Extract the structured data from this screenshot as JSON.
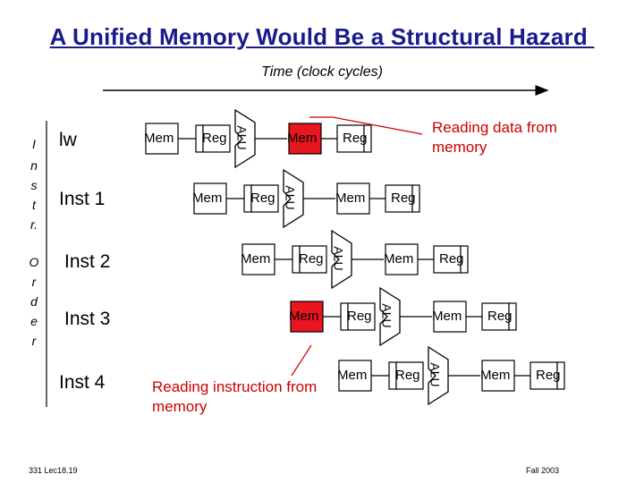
{
  "title": "A Unified Memory Would Be a Structural Hazard ",
  "time_axis_label": "Time (clock cycles)",
  "side_label_letters": [
    "I",
    "n",
    "s",
    "t",
    "r.",
    "O",
    "r",
    "d",
    "e",
    "r"
  ],
  "instructions": [
    "lw",
    "Inst 1",
    "Inst 2",
    "Inst 3",
    "Inst 4"
  ],
  "stages": {
    "mem": "Mem",
    "reg": "Reg",
    "alu": "ALU"
  },
  "annotations": {
    "reading_data": "Reading data from memory",
    "reading_instruction": "Reading instruction from memory"
  },
  "highlight_color": "#e8161e",
  "footer": {
    "left": "331 Lec18.19",
    "right": "Fall 2003"
  }
}
